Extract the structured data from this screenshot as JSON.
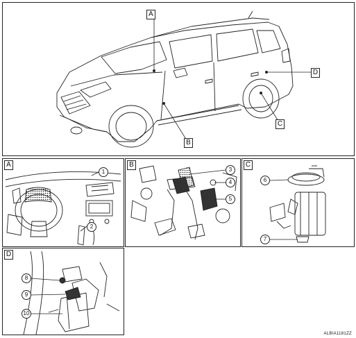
{
  "overview": {
    "labels": [
      "A",
      "B",
      "C",
      "D"
    ]
  },
  "panels": {
    "a": {
      "tag": "A",
      "callouts": [
        "1",
        "2"
      ]
    },
    "b": {
      "tag": "B",
      "callouts": [
        "3",
        "4",
        "5"
      ]
    },
    "c": {
      "tag": "C",
      "callouts": [
        "6",
        "7"
      ]
    },
    "d": {
      "tag": "D",
      "callouts": [
        "8",
        "9",
        "10"
      ]
    }
  },
  "figure_code": "ALBIA1181ZZ"
}
